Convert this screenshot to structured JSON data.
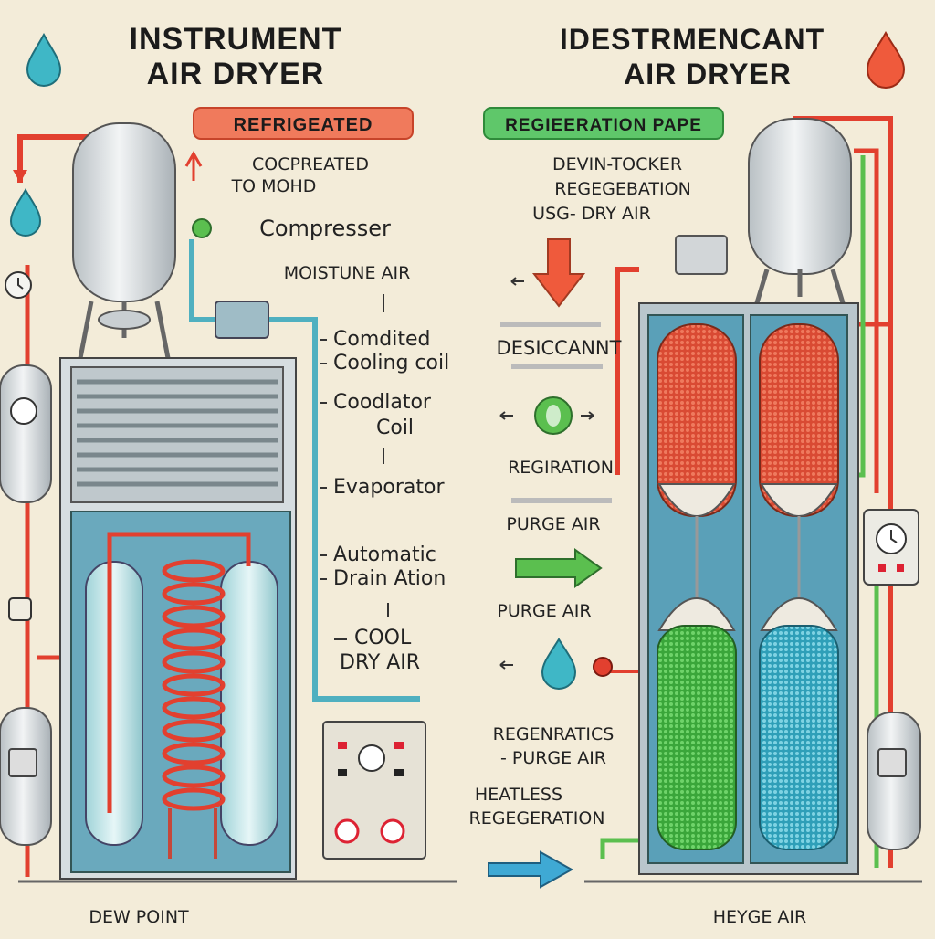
{
  "left_panel": {
    "title_line1": "INSTRUMENT",
    "title_line2": "AIR DRYER",
    "badge": "REFRIGEATED",
    "labels": {
      "l1": "COCPREATED",
      "l2": "TO MOHD",
      "compressor": "Compresser",
      "moisture": "MOISTUNE AIR",
      "cond1": "Comdited",
      "cond2": "Cooling coil",
      "cool1": "Coodlator",
      "cool2": "Coil",
      "evap": "Evaporator",
      "auto1": "Automatic",
      "auto2": "Drain Ation",
      "dry1": "COOL",
      "dry2": "DRY AIR",
      "footer": "DEW POINT"
    }
  },
  "right_panel": {
    "title_line1": "IDESTRMENCANT",
    "title_line2": "AIR DRYER",
    "badge": "REGIEERATION PAPE",
    "labels": {
      "r1": "DEVIN-TOCKER",
      "r2": "REGEGEBATION",
      "r3": "USG- DRY AIR",
      "desiccant": "DESICCANNT",
      "regen": "REGIRATION",
      "purge1": "PURGE AIR",
      "purge2": "PURGE AIR",
      "regpurge1": "REGENRATICS",
      "regpurge2": "- PURGE AIR",
      "heatless1": "HEATLESS",
      "heatless2": "REGEGERATION",
      "footer": "HEYGE AIR"
    }
  },
  "colors": {
    "background": "#f3ecd9",
    "red_pipe": "#e2402f",
    "teal_pipe": "#4fb0c0",
    "green_pipe": "#5bbf4f",
    "desiccant_red": "#e2553d",
    "desiccant_green": "#4cb84a",
    "desiccant_blue": "#45b3cc",
    "badge_left": "#f07a5c",
    "badge_right": "#5fc76a"
  }
}
